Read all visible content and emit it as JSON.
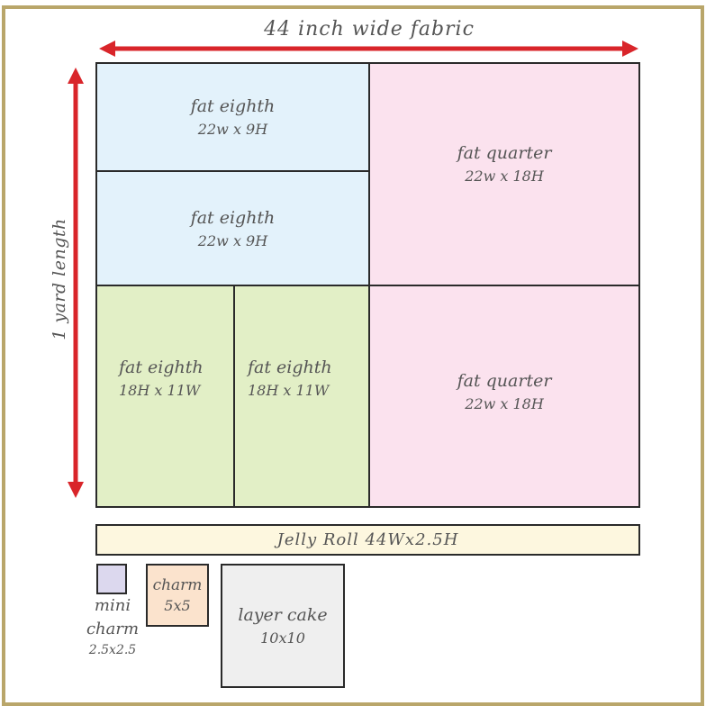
{
  "width_label": "44 inch wide fabric",
  "length_label": "1 yard length",
  "pieces": {
    "fat_eighth_top_1": {
      "label": "fat eighth",
      "dims": "22w x 9H"
    },
    "fat_eighth_top_2": {
      "label": "fat eighth",
      "dims": "22w x 9H"
    },
    "fat_eighth_bottom_1": {
      "label": "fat eighth",
      "dims": "18H x 11W"
    },
    "fat_eighth_bottom_2": {
      "label": "fat eighth",
      "dims": "18H x 11W"
    },
    "fat_quarter_top": {
      "label": "fat quarter",
      "dims": "22w x 18H"
    },
    "fat_quarter_bottom": {
      "label": "fat quarter",
      "dims": "22w x 18H"
    }
  },
  "jelly_roll": "Jelly Roll 44Wx2.5H",
  "mini_charm": {
    "line1": "mini",
    "line2": "charm",
    "dims": "2.5x2.5"
  },
  "charm": {
    "label": "charm",
    "dims": "5x5"
  },
  "layer_cake": {
    "label": "layer cake",
    "dims": "10x10"
  },
  "colors": {
    "fat_eighth_blue": "#e3f2fb",
    "fat_eighth_green": "#e2efc6",
    "fat_quarter_pink": "#fbe2ee",
    "jelly_roll": "#fdf7df",
    "mini_charm": "#dcd8ee",
    "charm": "#fbe3cd",
    "layer_cake": "#efefef",
    "arrow": "#d9252a",
    "frame": "#b9a66a"
  }
}
